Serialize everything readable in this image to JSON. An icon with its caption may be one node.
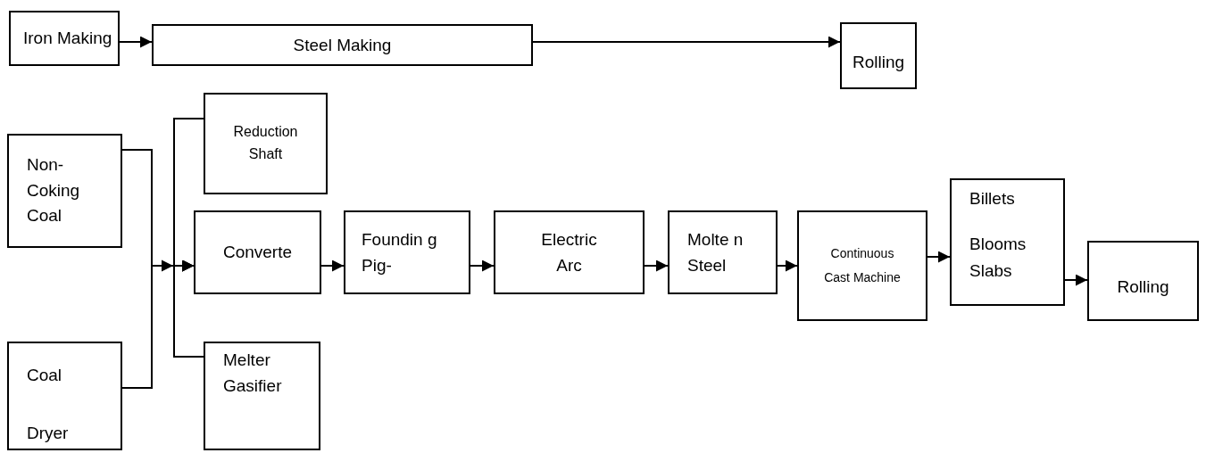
{
  "diagram": {
    "nodes": [
      {
        "text": [
          "Iron Making"
        ]
      },
      {
        "text": [
          "Steel Making"
        ]
      },
      {
        "text": [
          "Rolling"
        ]
      },
      {
        "text": [
          "Non-Coking Coal"
        ]
      },
      {
        "text": [
          "Coal Dryer"
        ]
      },
      {
        "text": [
          "Reduction Shaft"
        ]
      },
      {
        "text": [
          "Converte"
        ]
      },
      {
        "text": [
          "Foundin g Pig-"
        ]
      },
      {
        "text": [
          "Electric Arc"
        ]
      },
      {
        "text": [
          "Molte n Steel"
        ]
      },
      {
        "text": [
          "Continuous Cast Machine"
        ]
      },
      {
        "text": [
          "Billets",
          "Blooms Slabs"
        ]
      },
      {
        "text": [
          "Rolling"
        ]
      },
      {
        "text": [
          "Melter Gasifier"
        ]
      }
    ],
    "edges": [
      {
        "from": 0,
        "to": 1,
        "arrow": "to"
      },
      {
        "from": 1,
        "to": 2,
        "arrow": "to"
      },
      {
        "from": 3,
        "to": 6,
        "arrow": "to"
      },
      {
        "from": 4,
        "to": 6,
        "arrow": "to"
      },
      {
        "from": 5,
        "to": 6,
        "arrow": "to"
      },
      {
        "from": 13,
        "to": 6,
        "arrow": "to"
      },
      {
        "from": 6,
        "to": 7,
        "arrow": "to"
      },
      {
        "from": 7,
        "to": 8,
        "arrow": "to"
      },
      {
        "from": 8,
        "to": 9,
        "arrow": "to"
      },
      {
        "from": 9,
        "to": 10,
        "arrow": "to"
      },
      {
        "from": 10,
        "to": 11,
        "arrow": "to"
      },
      {
        "from": 11,
        "to": 12,
        "arrow": "to"
      }
    ]
  }
}
